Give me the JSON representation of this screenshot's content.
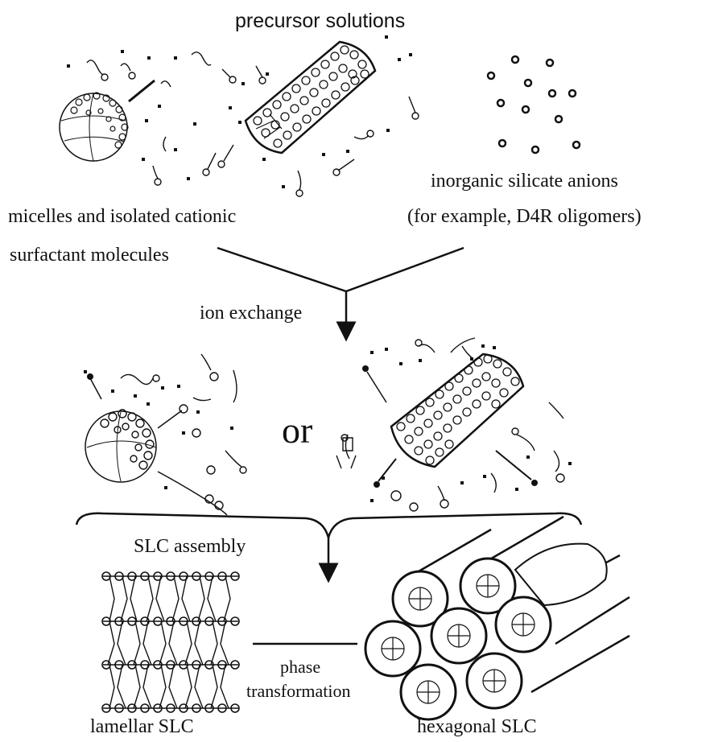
{
  "title": "precursor solutions",
  "labels": {
    "micelles_line1": "micelles and isolated cationic",
    "micelles_line2": "surfactant molecules",
    "silicate_line1": "inorganic silicate anions",
    "silicate_line2": "(for example, D4R oligomers)",
    "ion_exchange": "ion exchange",
    "or": "or",
    "slc_assembly": "SLC assembly",
    "phase_line1": "phase",
    "phase_line2": "transformation",
    "lamellar": "lamellar SLC",
    "hexagonal": "hexagonal SLC"
  },
  "colors": {
    "ink": "#111111",
    "background": "#ffffff"
  }
}
